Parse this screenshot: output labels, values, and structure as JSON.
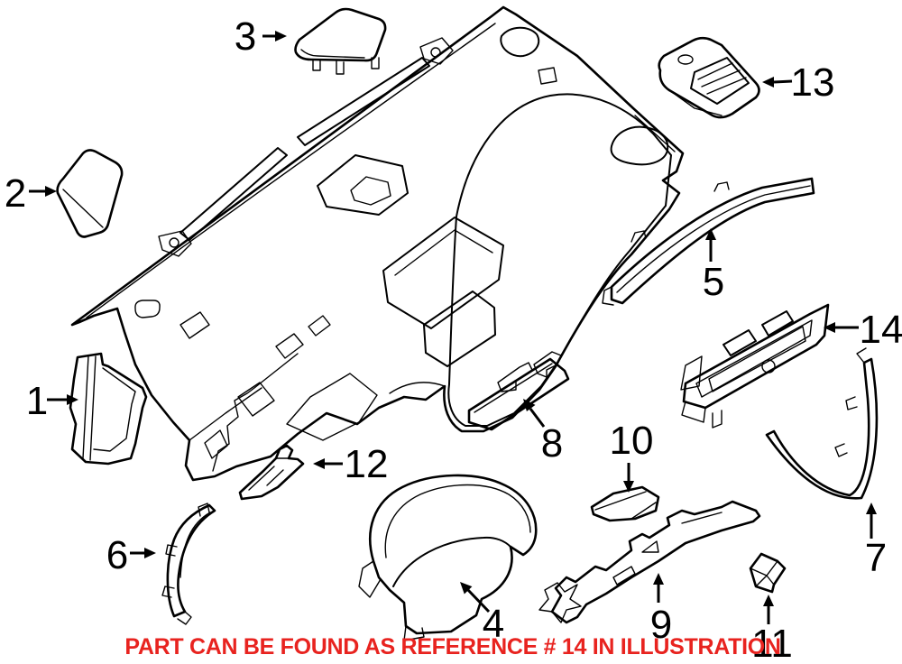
{
  "diagram": {
    "notice": "PART CAN BE FOUND AS REFERENCE # 14 IN ILLUSTRATION",
    "notice_color": "#e8231f",
    "line_color": "#000000",
    "background_color": "#ffffff",
    "callouts": [
      {
        "label": "1"
      },
      {
        "label": "2"
      },
      {
        "label": "3"
      },
      {
        "label": "4"
      },
      {
        "label": "5"
      },
      {
        "label": "6"
      },
      {
        "label": "7"
      },
      {
        "label": "8"
      },
      {
        "label": "9"
      },
      {
        "label": "10"
      },
      {
        "label": "11"
      },
      {
        "label": "12"
      },
      {
        "label": "13"
      },
      {
        "label": "14"
      }
    ]
  }
}
